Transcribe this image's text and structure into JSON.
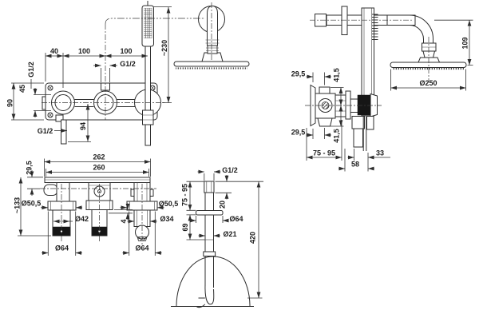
{
  "colors": {
    "background": "#ffffff",
    "line": "#2d2d2d",
    "solid_fill": "#161616"
  },
  "diagrams": {
    "mixer_front_view": {
      "labels": {
        "dim_40": "40",
        "dim_100_left": "100",
        "dim_100_right": "100",
        "thread_top": "G1/2",
        "dim_height": "~230",
        "thread_left": "G1/2",
        "dim_45": "45",
        "dim_90": "90",
        "thread_bottom": "G1/2",
        "dim_94": "94"
      }
    },
    "overhead_shower_view": {
      "labels": {
        "dim_29_5_top": "29,5",
        "dim_41_5_top": "41,5",
        "dim_29_5_bottom": "29,5",
        "dim_41_5_bottom": "41,5",
        "dim_wall_depth": "75 - 95",
        "dim_33": "33",
        "dim_58": "58",
        "dim_109": "109",
        "dim_head_diameter": "Ø250"
      }
    },
    "mixer_plan_view": {
      "labels": {
        "dim_262": "262",
        "dim_260": "260",
        "dim_29_5": "29,5",
        "dim_133": "~133",
        "dia_50_5_left": "Ø50,5",
        "dia_42": "Ø42",
        "dim_4": "4",
        "dia_34": "Ø34",
        "dia_50_5_right": "Ø50,5",
        "dia_64_left": "Ø64",
        "dia_64_right": "Ø64"
      }
    },
    "spout_view": {
      "labels": {
        "thread": "G1/2",
        "dim_wall_depth": "75 - 95",
        "dim_20": "20",
        "dim_69": "69",
        "dia_64": "Ø64",
        "dia_21": "Ø21",
        "dim_420": "420"
      }
    }
  }
}
